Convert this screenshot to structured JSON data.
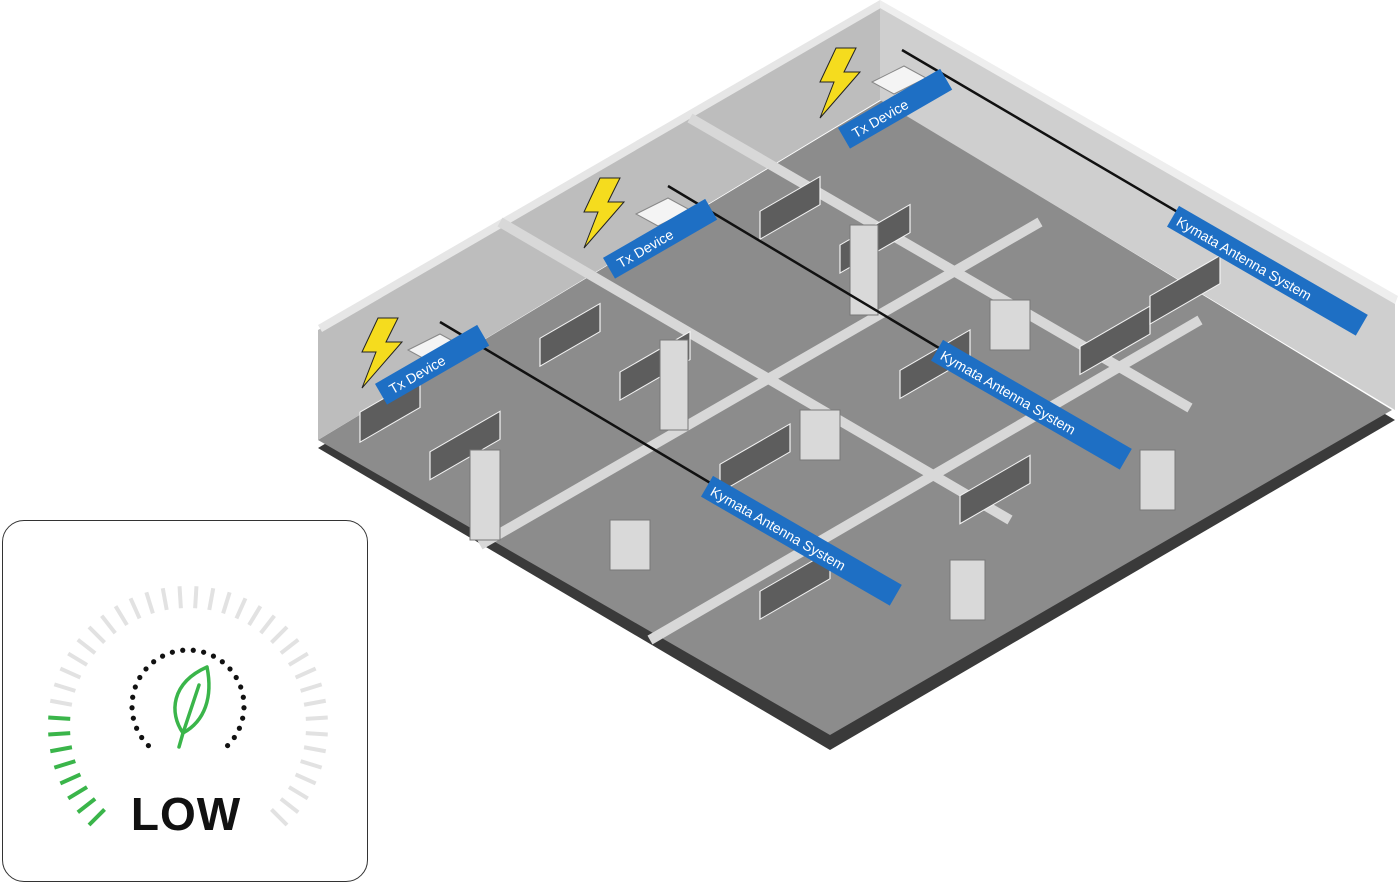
{
  "diagram": {
    "tx_label": "Tx Device",
    "antenna_label": "Kymata Antenna System"
  },
  "gauge": {
    "level_label": "LOW",
    "level_fraction": 0.2,
    "icon": "leaf-icon"
  },
  "colors": {
    "label_blue": "#1e6fc4",
    "lightning": "#f5dc1e",
    "gauge_active": "#3ab54a",
    "gauge_inactive": "#e2e2e2"
  }
}
